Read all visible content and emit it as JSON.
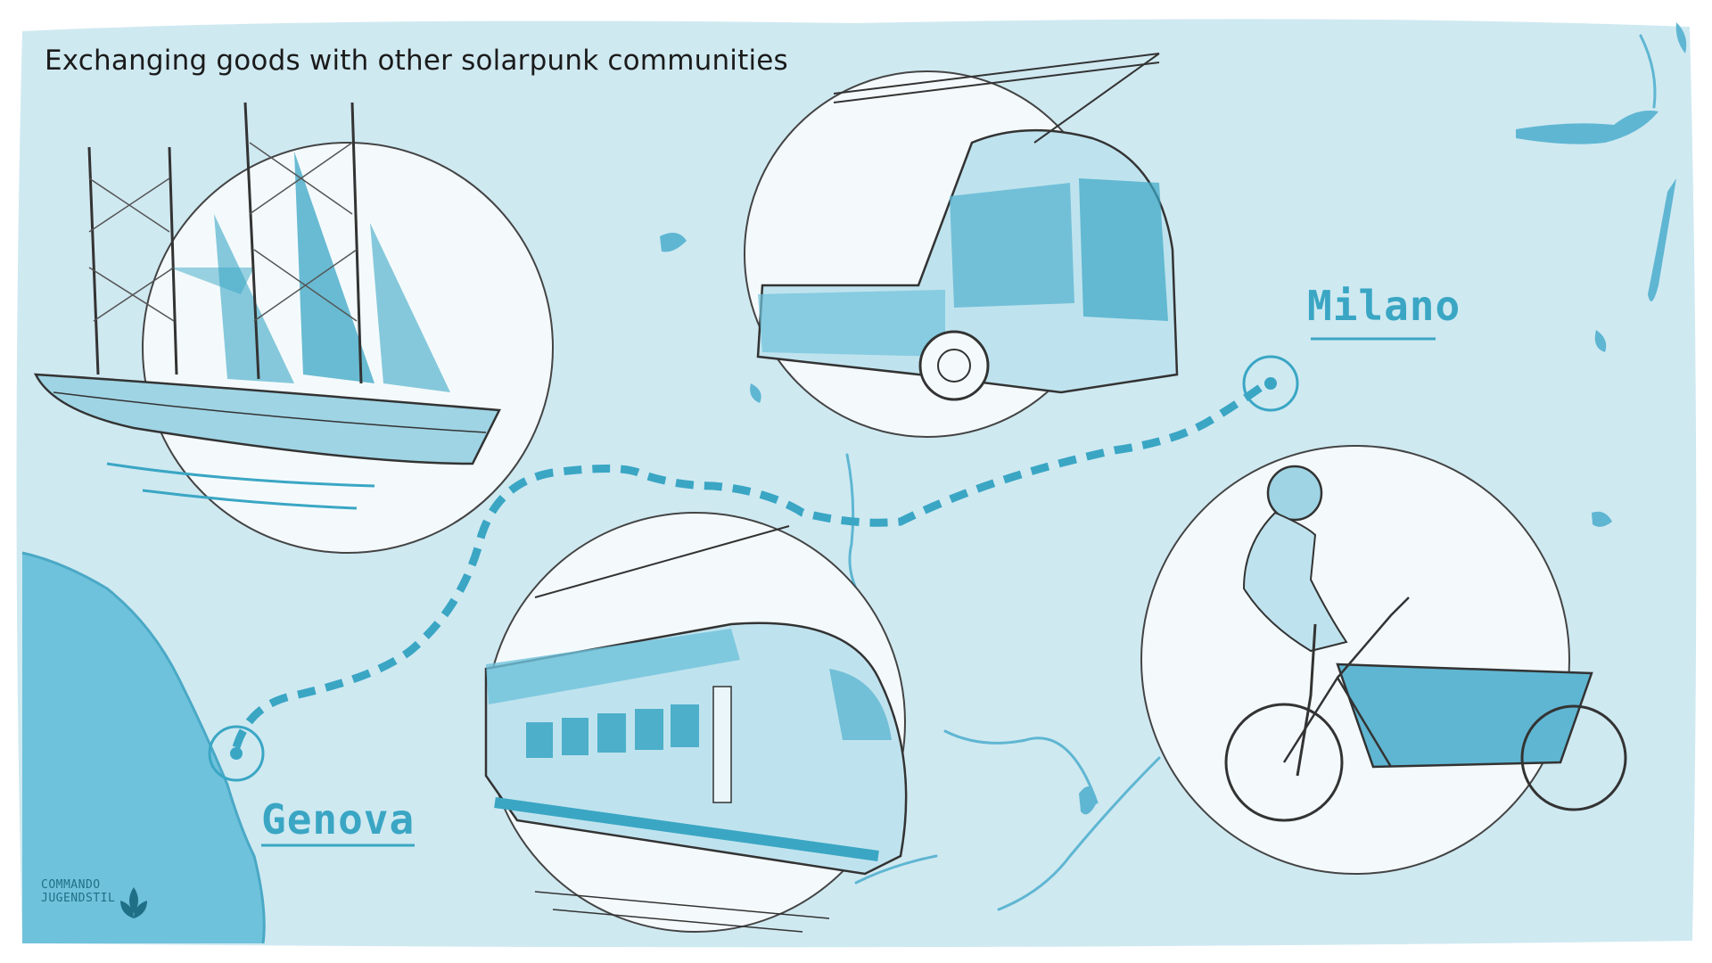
{
  "title": "Exchanging goods with other solarpunk communities",
  "cities": {
    "milano": "Milano",
    "genova": "Genova"
  },
  "logo": {
    "line1": "COMMANDO",
    "line2": "JUGENDSTIL"
  },
  "vignettes": [
    {
      "subject": "solar sailing cargo ship",
      "icon": "sailing-ship-icon"
    },
    {
      "subject": "electric trolley bus",
      "icon": "trolleybus-icon"
    },
    {
      "subject": "electric passenger train",
      "icon": "train-icon"
    },
    {
      "subject": "cargo bicycle rider",
      "icon": "cargo-bike-icon"
    }
  ],
  "route": {
    "from": "Genova",
    "to": "Milano",
    "style": "dashed"
  },
  "colors": {
    "map_background": "#cfe9f1",
    "sea": "#6fc2db",
    "route": "#3aa6c4",
    "ink": "#1b1b1b",
    "accent": "#3aa6c4"
  }
}
